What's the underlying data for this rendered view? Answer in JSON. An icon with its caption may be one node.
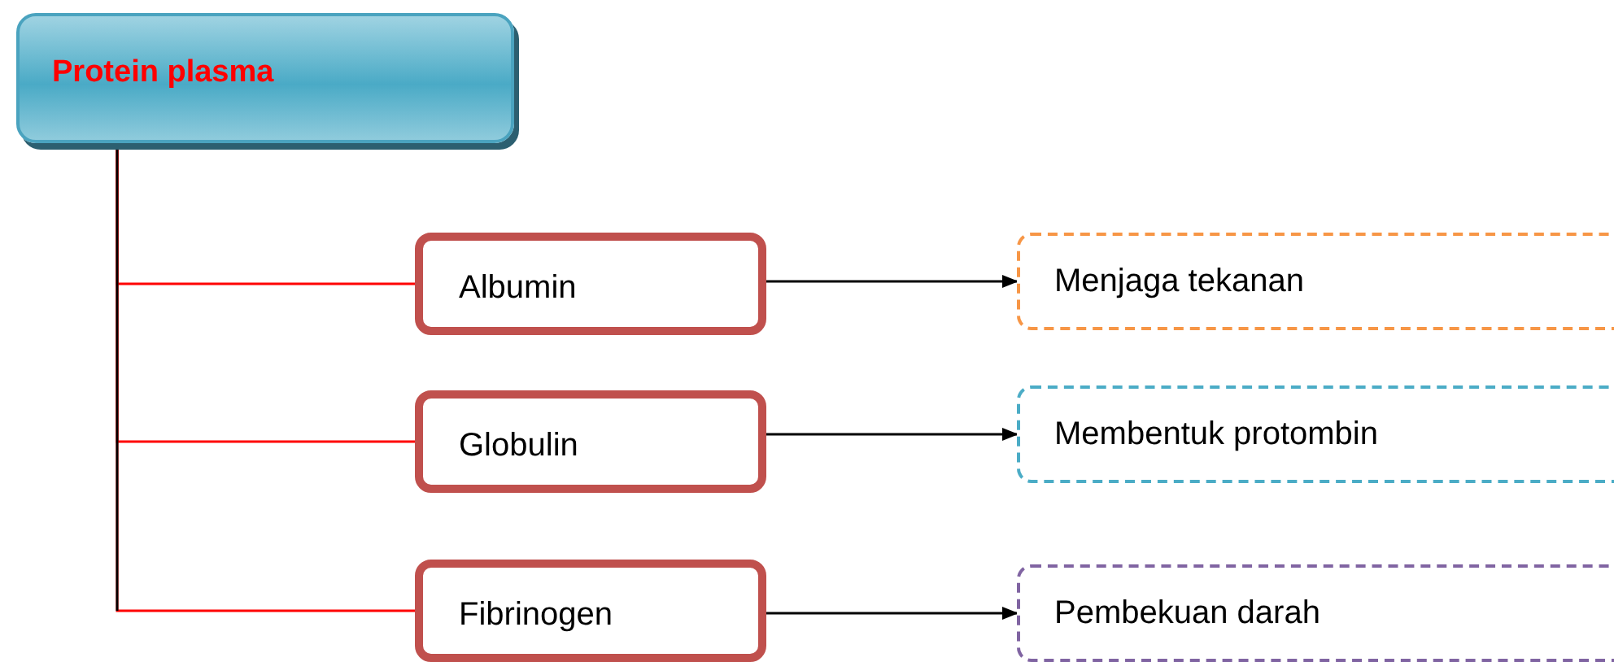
{
  "diagram": {
    "nodes": [
      {
        "text": [
          "Protein plasma"
        ]
      },
      {
        "text": [
          "Albumin"
        ]
      },
      {
        "text": [
          "Globulin"
        ]
      },
      {
        "text": [
          "Fibrinogen"
        ]
      },
      {
        "text": [
          "Menjaga tekanan"
        ]
      },
      {
        "text": [
          "Membentuk protombin"
        ]
      },
      {
        "text": [
          "Pembekuan darah"
        ]
      }
    ],
    "edges": [
      {
        "from": 0,
        "to": 1,
        "arrow": "none",
        "color": "#ff0000"
      },
      {
        "from": 0,
        "to": 2,
        "arrow": "none",
        "color": "#ff0000"
      },
      {
        "from": 0,
        "to": 3,
        "arrow": "none",
        "color": "#ff0000"
      },
      {
        "from": 1,
        "to": 4,
        "arrow": "to",
        "color": "#000000"
      },
      {
        "from": 2,
        "to": 5,
        "arrow": "to",
        "color": "#000000"
      },
      {
        "from": 3,
        "to": 6,
        "arrow": "to",
        "color": "#000000"
      }
    ]
  }
}
